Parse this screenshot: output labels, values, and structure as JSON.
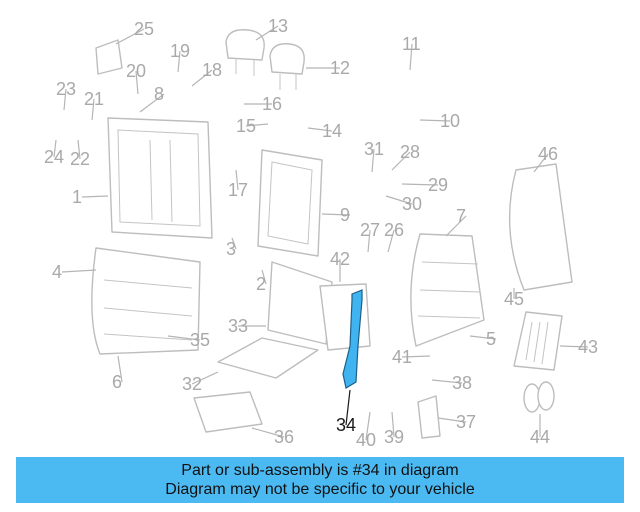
{
  "diagram": {
    "highlighted_part": "34",
    "callouts": [
      "1",
      "2",
      "3",
      "4",
      "5",
      "6",
      "7",
      "8",
      "9",
      "10",
      "11",
      "12",
      "13",
      "14",
      "15",
      "16",
      "17",
      "18",
      "19",
      "20",
      "21",
      "22",
      "23",
      "24",
      "25",
      "26",
      "27",
      "28",
      "29",
      "30",
      "31",
      "32",
      "33",
      "34",
      "35",
      "36",
      "37",
      "38",
      "39",
      "40",
      "41",
      "42",
      "43",
      "44",
      "45",
      "46"
    ],
    "colors": {
      "highlight": "#3fb4f0",
      "line": "#bdbdbd",
      "label": "#a9a9a9",
      "banner": "#4cbaf2"
    }
  },
  "banner": {
    "line1": "Part or sub-assembly is #34 in diagram",
    "line2": "Diagram may not be specific to your vehicle"
  }
}
